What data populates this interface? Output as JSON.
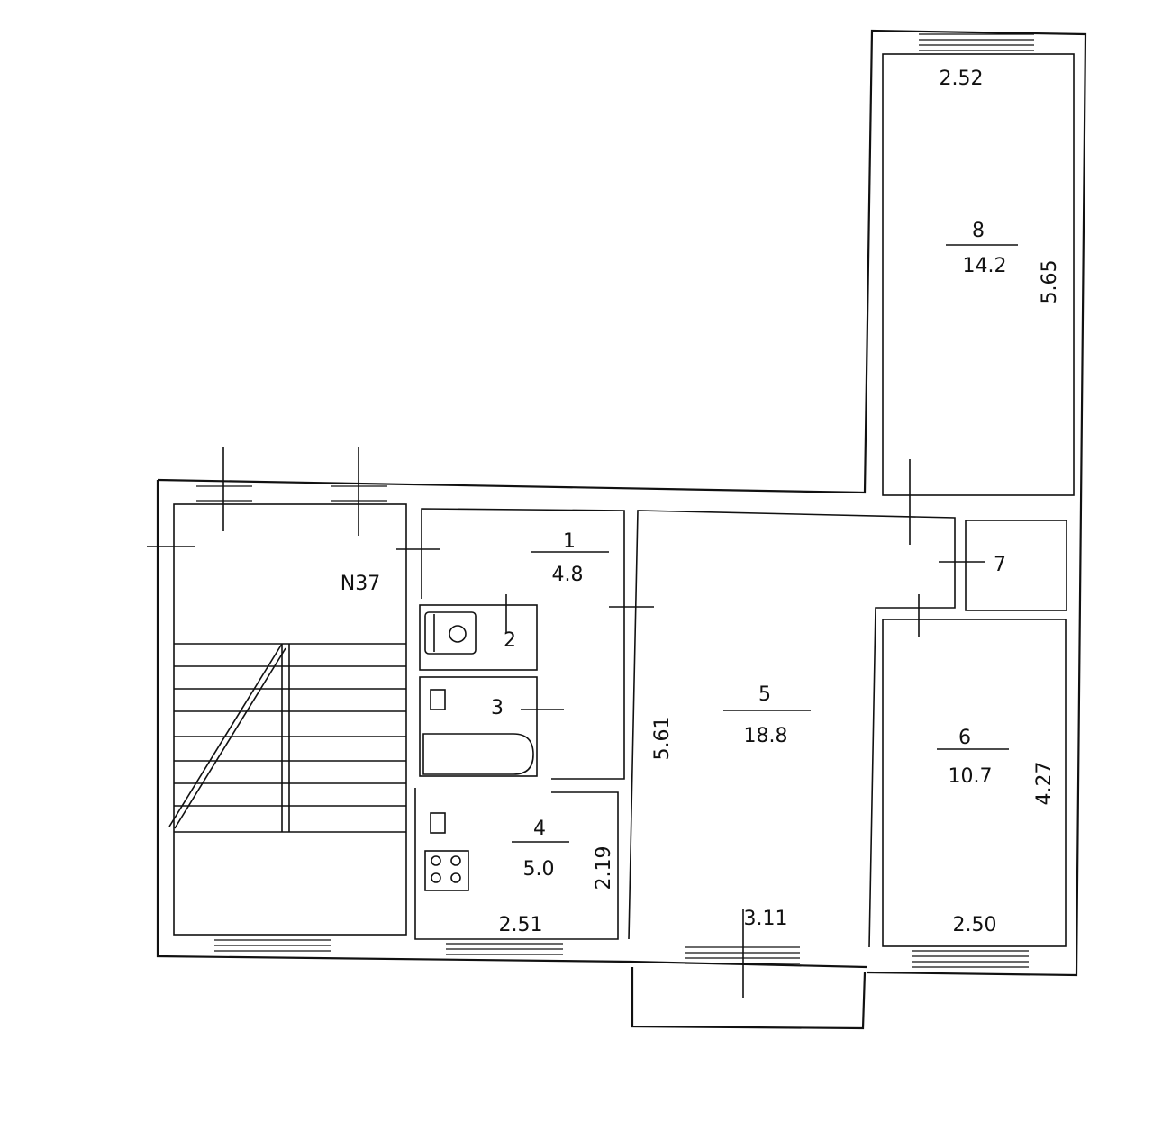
{
  "plan": {
    "apartment_label": "N37",
    "rooms": [
      {
        "number": "1",
        "area": "4.8"
      },
      {
        "number": "2",
        "area": ""
      },
      {
        "number": "3",
        "area": ""
      },
      {
        "number": "4",
        "area": "5.0"
      },
      {
        "number": "5",
        "area": "18.8"
      },
      {
        "number": "6",
        "area": "10.7"
      },
      {
        "number": "7",
        "area": ""
      },
      {
        "number": "8",
        "area": "14.2"
      }
    ],
    "dimensions": {
      "room8_width": "2.52",
      "room8_length": "5.65",
      "room5_length": "5.61",
      "room5_width": "3.11",
      "room6_length": "4.27",
      "room6_width": "2.50",
      "room4_width": "2.51",
      "room4_length": "2.19"
    }
  }
}
